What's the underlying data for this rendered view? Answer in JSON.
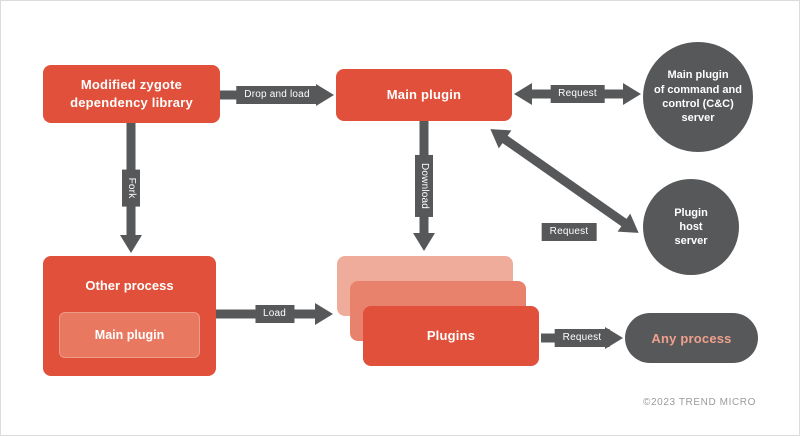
{
  "nodes": {
    "zygote": {
      "lines": [
        "Modified zygote",
        "dependency library"
      ]
    },
    "main_plugin": {
      "label": "Main plugin"
    },
    "cc_server": {
      "lines": [
        "Main plugin",
        "of command and",
        "control (C&C)",
        "server"
      ]
    },
    "plugin_host": {
      "lines": [
        "Plugin",
        "host",
        "server"
      ]
    },
    "other_process": {
      "label": "Other process",
      "inner": "Main plugin"
    },
    "plugins": {
      "label": "Plugins"
    },
    "any_process": {
      "label": "Any process"
    }
  },
  "edges": {
    "drop_and_load": {
      "label": "Drop and load"
    },
    "fork": {
      "label": "Fork"
    },
    "request_cc": {
      "label": "Request"
    },
    "download": {
      "label": "Download"
    },
    "request_host": {
      "label": "Request"
    },
    "load": {
      "label": "Load"
    },
    "request_any": {
      "label": "Request"
    }
  },
  "footer": {
    "copyright": "©2023 TREND MICRO"
  },
  "colors": {
    "node_red": "#E0503A",
    "node_red_light": "#E87960",
    "stack_middle": "#E8826C",
    "stack_back": "#F0AC9B",
    "dark_gray": "#57585A",
    "any_process_text": "#EFA08D"
  }
}
